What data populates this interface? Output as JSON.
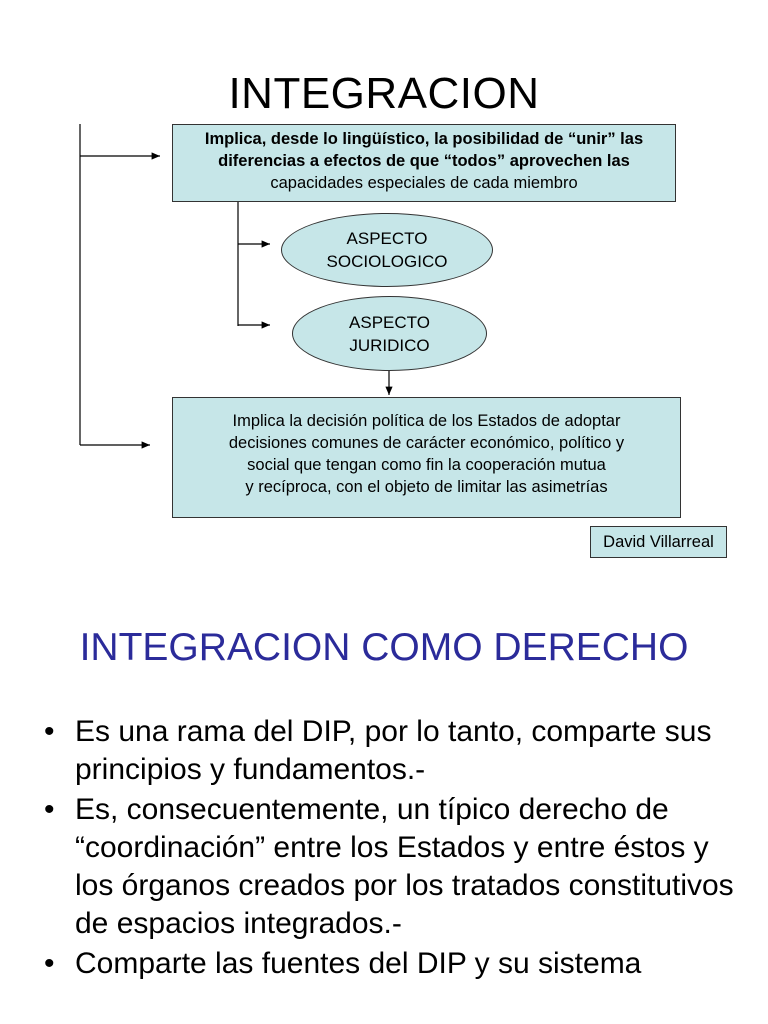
{
  "slide1": {
    "title": "INTEGRACION",
    "top_box": {
      "line1": "Implica, desde lo lingüístico, la posibilidad de “unir” las",
      "line2": "diferencias a efectos de que “todos” aprovechen las",
      "line3": "capacidades especiales de cada miembro"
    },
    "oval_sociologico": {
      "line1": "ASPECTO",
      "line2": "SOCIOLOGICO"
    },
    "oval_juridico": {
      "line1": "ASPECTO",
      "line2": "JURIDICO"
    },
    "bottom_box": {
      "line1": "Implica la decisión política de los Estados de adoptar",
      "line2": "decisiones comunes de carácter económico, político y",
      "line3": "social que tengan como fin la cooperación mutua",
      "line4": "y recíproca, con el objeto de limitar las asimetrías"
    },
    "author": "David Villarreal"
  },
  "slide2": {
    "title": "INTEGRACION COMO DERECHO",
    "bullet_char": "•",
    "bullets": [
      "Es una rama del DIP, por lo tanto, comparte sus principios y fundamentos.-",
      "Es, consecuentemente, un típico derecho de “coordinación” entre los Estados y entre éstos y los órganos creados por los tratados constitutivos de espacios integrados.-",
      "Comparte las fuentes del DIP y su sistema"
    ]
  },
  "colors": {
    "box_fill": "#c6e6e8",
    "slide2_title": "#2b2b9a"
  }
}
